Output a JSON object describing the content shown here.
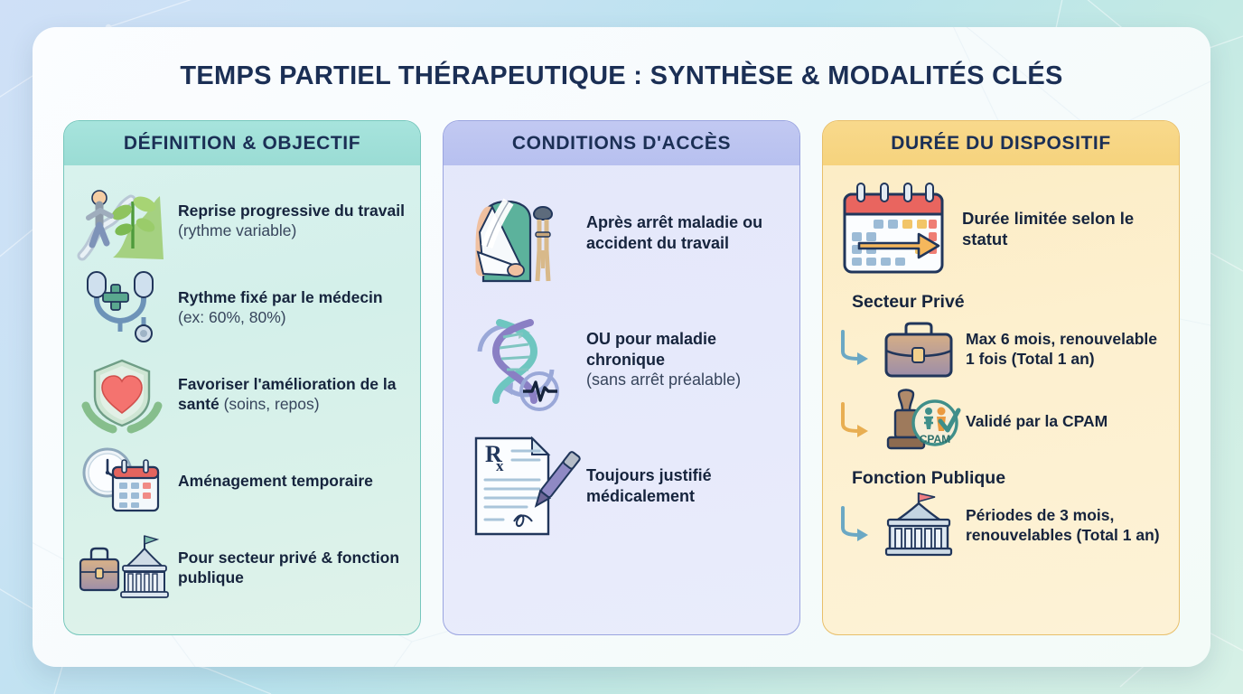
{
  "page": {
    "title": "TEMPS PARTIEL THÉRAPEUTIQUE : SYNTHÈSE & MODALITÉS CLÉS",
    "background_gradient_from": "#cfe0f7",
    "background_gradient_to": "#d6f0e6",
    "card_background": "#fbfdff",
    "title_color": "#1b2f55"
  },
  "columns": [
    {
      "id": "definition",
      "header": "DÉFINITION & OBJECTIF",
      "accent": "#76c7bd",
      "header_band": "#a7e4dd",
      "body_background": "#d9f2ee",
      "items": [
        {
          "icon": "person-walking-path-plant-icon",
          "bold": "Reprise progressive du travail",
          "light": " (rythme variable)"
        },
        {
          "icon": "stethoscope-icon",
          "bold": "Rythme fixé par le médecin",
          "light": " (ex: 60%, 80%)"
        },
        {
          "icon": "shield-heart-hands-icon",
          "bold": "Favoriser l'amélioration de la santé",
          "light": " (soins, repos)"
        },
        {
          "icon": "clock-calendar-icon",
          "bold": "Aménagement temporaire",
          "light": ""
        },
        {
          "icon": "briefcase-government-building-icon",
          "bold": "Pour secteur privé & fonction publique",
          "light": ""
        }
      ]
    },
    {
      "id": "conditions",
      "header": "CONDITIONS D'ACCÈS",
      "accent": "#9aa4e0",
      "header_band": "#c2c9f2",
      "body_background": "#e4e7fa",
      "items": [
        {
          "icon": "injured-person-crutch-icon",
          "bold": "Après arrêt maladie ou accident du travail",
          "light": ""
        },
        {
          "icon": "dna-chronic-illness-icon",
          "bold": "OU pour maladie chronique",
          "light": " (sans arrêt préalable)"
        },
        {
          "icon": "prescription-pen-icon",
          "bold": "Toujours justifié médicalement",
          "light": ""
        }
      ]
    },
    {
      "id": "duree",
      "header": "DURÉE DU DISPOSITIF",
      "accent": "#e8bf6a",
      "header_band": "#f8d98c",
      "body_background": "#fcecc4",
      "items": [
        {
          "icon": "calendar-arrow-icon",
          "bold": "Durée limitée selon le statut",
          "light": ""
        }
      ],
      "subsections": [
        {
          "title": "Secteur Privé",
          "entries": [
            {
              "elbow_color": "#6ba8c4",
              "icon": "briefcase-icon",
              "text": "Max 6 mois, renouvelable 1 fois (Total 1 an)"
            },
            {
              "elbow_color": "#e8ae52",
              "icon": "stamp-cpam-icon",
              "text": "Validé par la CPAM",
              "badge_label": "CPAM"
            }
          ]
        },
        {
          "title": "Fonction Publique",
          "entries": [
            {
              "elbow_color": "#6ba8c4",
              "icon": "government-building-flag-icon",
              "text": "Périodes de 3 mois, renouvelables (Total 1 an)"
            }
          ]
        }
      ]
    }
  ]
}
